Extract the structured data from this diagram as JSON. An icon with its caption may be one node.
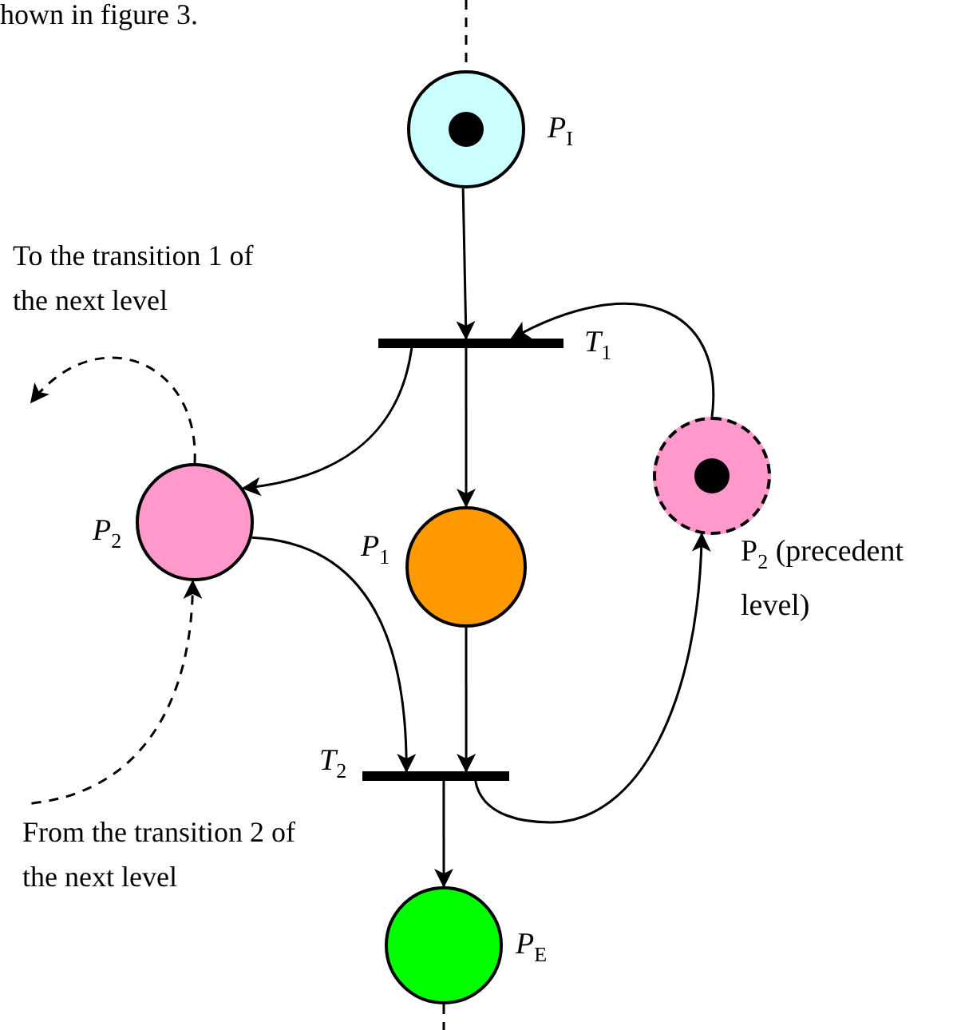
{
  "diagram": {
    "nodes": [
      {
        "text": [],
        "shape": "circle",
        "beside": [
          "*P*$_{I}$"
        ]
      },
      {
        "text": [],
        "shape": "bar",
        "beside": [
          "*T*$_{1}$"
        ]
      },
      {
        "text": [],
        "shape": "circle",
        "beside": [
          "*P*$_{2}$"
        ]
      },
      {
        "text": [],
        "shape": "circle",
        "beside": [
          "*P*$_{1}$"
        ]
      },
      {
        "text": [],
        "shape": "circle",
        "beside": [
          "P$_{2}$ (precedent level)"
        ]
      },
      {
        "text": [],
        "shape": "bar",
        "beside": [
          "*T*$_{2}$"
        ]
      },
      {
        "text": [],
        "shape": "circle",
        "beside": [
          "*P*$_{E}$"
        ]
      },
      {
        "text": [
          "To the transition 1 of the next level"
        ]
      },
      {
        "text": [
          "From the transition 2 of the next level"
        ]
      }
    ],
    "edges": [
      {
        "from": null,
        "to": 0,
        "arrow": "none",
        "style": "dashed"
      },
      {
        "from": 0,
        "to": 1,
        "arrow": "to"
      },
      {
        "from": 1,
        "to": 2,
        "arrow": "to"
      },
      {
        "from": 1,
        "to": 3,
        "arrow": "to"
      },
      {
        "from": 4,
        "to": 1,
        "arrow": "to"
      },
      {
        "from": 2,
        "to": 5,
        "arrow": "to"
      },
      {
        "from": 3,
        "to": 5,
        "arrow": "to"
      },
      {
        "from": 5,
        "to": 4,
        "arrow": "to"
      },
      {
        "from": 5,
        "to": 6,
        "arrow": "to"
      },
      {
        "from": 6,
        "to": null,
        "arrow": "none",
        "style": "dashed"
      },
      {
        "from": 2,
        "to": 7,
        "arrow": "to",
        "style": "dashed"
      },
      {
        "from": 8,
        "to": 2,
        "arrow": "to",
        "style": "dashed"
      }
    ],
    "labels": [
      "hown in figure 3."
    ]
  }
}
